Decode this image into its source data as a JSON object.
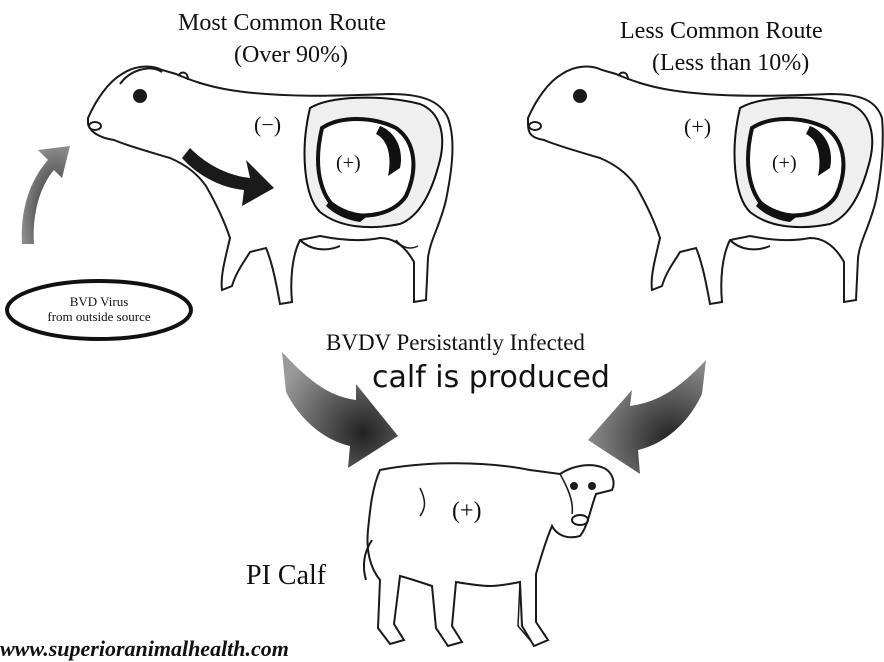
{
  "routes": {
    "common": {
      "title": "Most Common Route",
      "subtitle": "(Over 90%)"
    },
    "less_common": {
      "title": "Less Common Route",
      "subtitle": "(Less than 10%)"
    }
  },
  "source": {
    "line1": "BVD Virus",
    "line2": "from outside source"
  },
  "markers": {
    "negative": "(−)",
    "positive": "(+)"
  },
  "result": {
    "line1": "BVDV Persistantly Infected",
    "line2": "calf is produced"
  },
  "calf_label": "PI Calf",
  "footer_url": "www.superioranimalhealth.com"
}
